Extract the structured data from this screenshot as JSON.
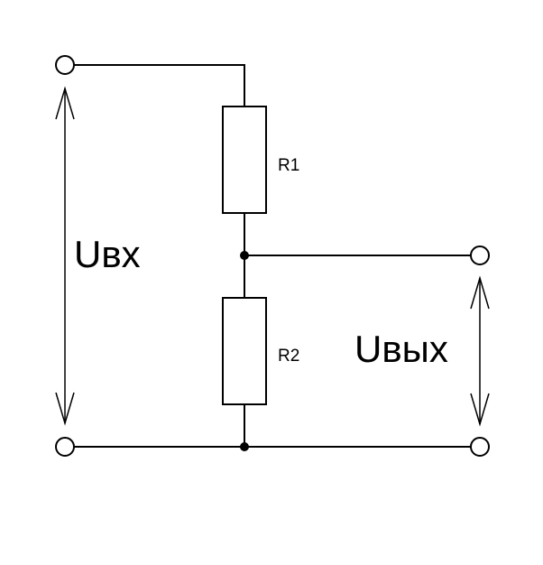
{
  "diagram": {
    "components": {
      "r1_label": "R1",
      "r2_label": "R2"
    },
    "voltages": {
      "input_label": "Uвх",
      "output_label": "Uвых"
    },
    "terminals": [
      "input-top",
      "input-bottom",
      "output-top",
      "output-bottom"
    ]
  }
}
